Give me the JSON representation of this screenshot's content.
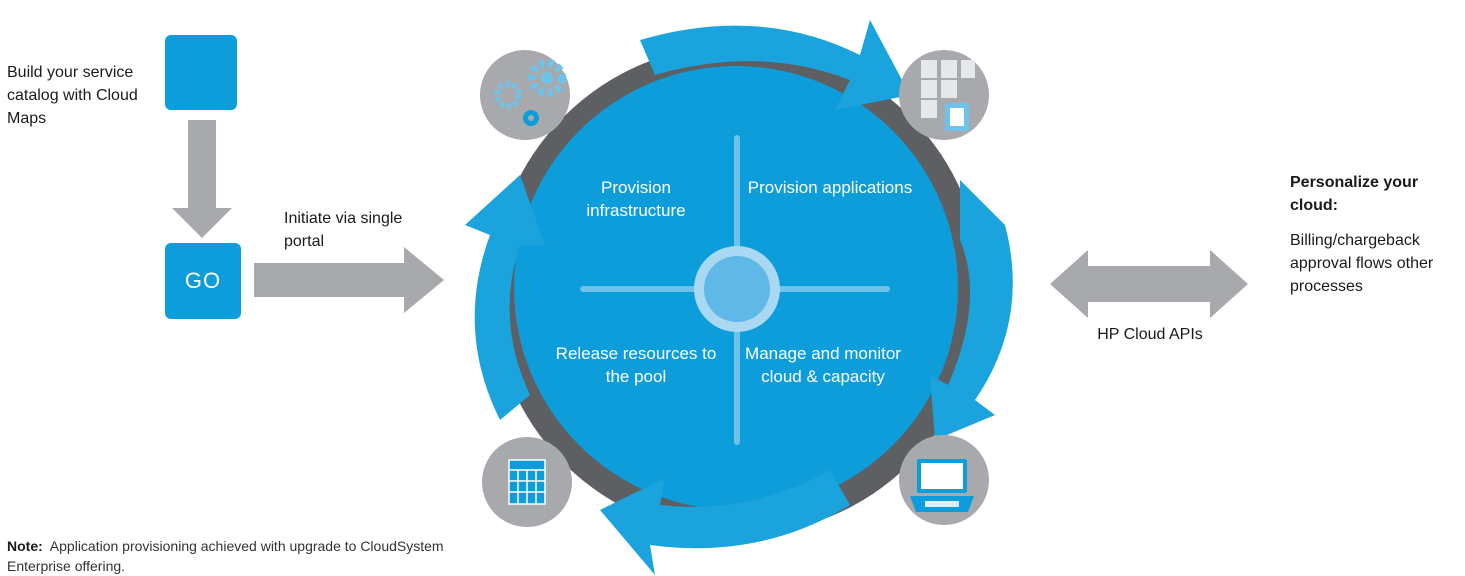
{
  "left": {
    "catalog_caption": "Build your service catalog with Cloud Maps",
    "go_label": "GO",
    "portal_caption": "Initiate via single portal"
  },
  "cycle": {
    "q1": "Provision infrastructure",
    "q2": "Provision applications",
    "q3": "Release resources to the pool",
    "q4": "Manage and monitor cloud & capacity"
  },
  "right": {
    "apis_label": "HP Cloud APIs",
    "personalize_title": "Personalize your cloud:",
    "personalize_lines": "Billing/chargeback approval flows other processes"
  },
  "note": {
    "label": "Note:",
    "text": "Application provisioning achieved with upgrade to CloudSystem Enterprise offering."
  },
  "icons": {
    "top_left": "gears-icon",
    "top_right": "documents-icon",
    "bottom_left": "calendar-grid-icon",
    "bottom_right": "laptop-icon"
  },
  "colors": {
    "accent_blue": "#0d9ddb",
    "ring_gray": "#5d5f63",
    "arrow_gray": "#a7a9ac",
    "icon_circle": "#a7a9ac"
  }
}
